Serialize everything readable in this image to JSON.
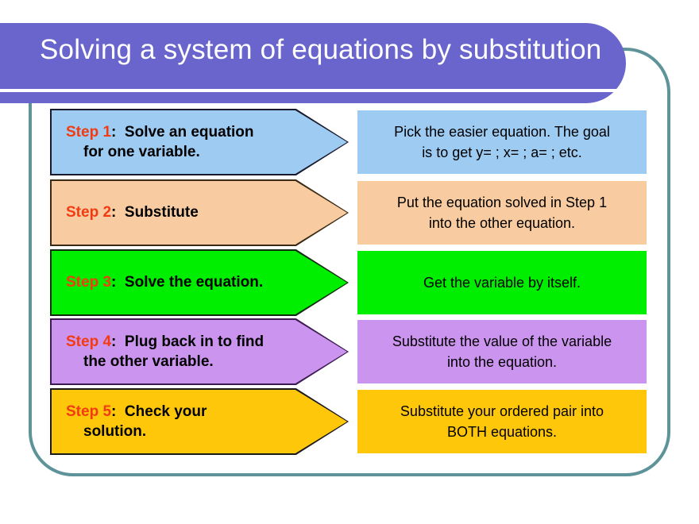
{
  "slide": {
    "title": "Solving a system of equations by substitution",
    "title_banner_color": "#6a65cc",
    "frame_border_color": "#5e9499",
    "background_color": "#ffffff",
    "step_number_color": "#f23b12"
  },
  "steps": [
    {
      "number_label": "Step 1",
      "separator": ":",
      "action_line1": "Solve an equation",
      "action_line2": "for one variable.",
      "description_line1": "Pick the easier equation. The goal",
      "description_line2": "is to get y= ; x= ; a= ; etc.",
      "fill": "#9dcbf2",
      "stroke": "#1a1a2e",
      "desc_fill": "#9dcbf2"
    },
    {
      "number_label": "Step 2",
      "separator": ":",
      "action_line1": "Substitute",
      "action_line2": "",
      "description_line1": "Put the equation solved in Step 1",
      "description_line2": "into the other equation.",
      "fill": "#f8cca0",
      "stroke": "#3b2a16",
      "desc_fill": "#f8cca0"
    },
    {
      "number_label": "Step 3",
      "separator": ":",
      "action_line1": "Solve the equation.",
      "action_line2": "",
      "description_line1": "Get the variable by itself.",
      "description_line2": "",
      "fill": "#00ee00",
      "stroke": "#0d2a0d",
      "desc_fill": "#00ee00"
    },
    {
      "number_label": "Step 4",
      "separator": ":",
      "action_line1": "Plug back in to find",
      "action_line2": "the other variable.",
      "description_line1": "Substitute the value of the variable",
      "description_line2": "into the equation.",
      "fill": "#cb94ee",
      "stroke": "#3c1a52",
      "desc_fill": "#cb94ee"
    },
    {
      "number_label": "Step 5",
      "separator": ":",
      "action_line1": "Check your",
      "action_line2": "solution.",
      "description_line1": "Substitute your ordered pair into",
      "description_line2": "BOTH equations.",
      "fill": "#ffc709",
      "stroke": "#1a1a1a",
      "desc_fill": "#ffc709"
    }
  ]
}
